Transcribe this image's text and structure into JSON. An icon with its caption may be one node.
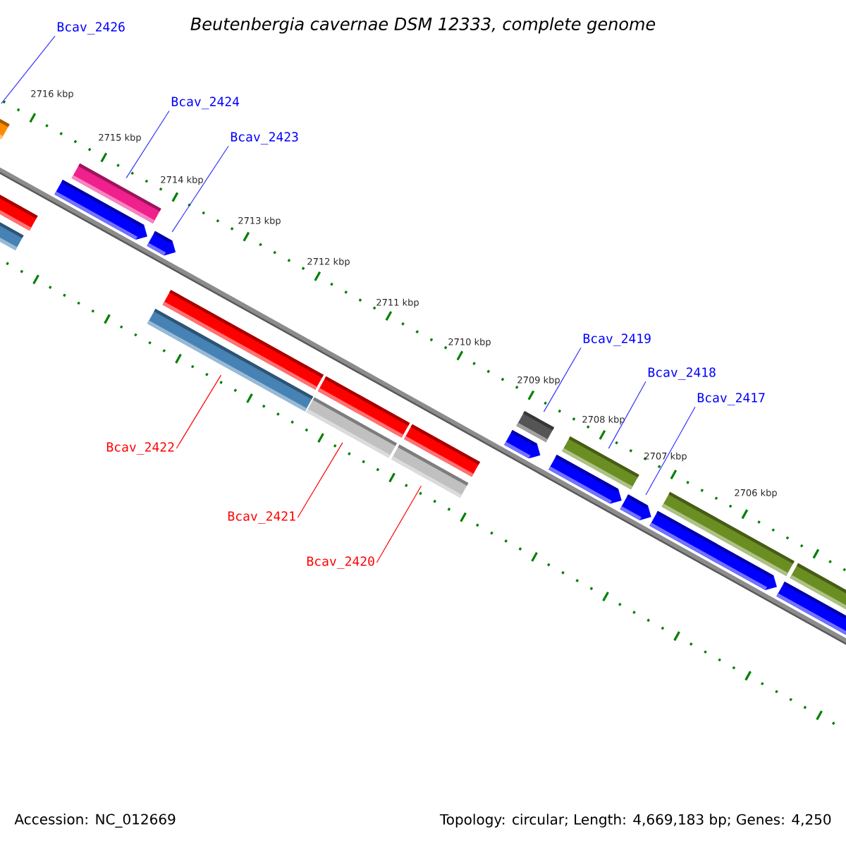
{
  "diagram": {
    "title": "Beutenbergia cavernae DSM 12333, complete genome",
    "nodes": [
      {
        "text": [
          "Bcav_2426"
        ]
      },
      {
        "text": [
          "Bcav_2424"
        ]
      },
      {
        "text": [
          "Bcav_2423"
        ]
      },
      {
        "text": [
          "Bcav_2419"
        ]
      },
      {
        "text": [
          "Bcav_2418"
        ]
      },
      {
        "text": [
          "Bcav_2417"
        ]
      },
      {
        "text": [
          "Bcav_2422"
        ]
      },
      {
        "text": [
          "Bcav_2421"
        ]
      },
      {
        "text": [
          "Bcav_2420"
        ]
      },
      {
        "text": [],
        "shape": "bar"
      },
      {
        "text": [],
        "shape": "bar"
      },
      {
        "text": [],
        "shape": "bar"
      },
      {
        "text": [],
        "shape": "arrow"
      },
      {
        "text": [],
        "shape": "bar"
      },
      {
        "text": [],
        "shape": "arrow"
      },
      {
        "text": [],
        "shape": "bar"
      },
      {
        "text": [],
        "shape": "bar"
      },
      {
        "text": [],
        "shape": "bar"
      },
      {
        "text": [],
        "shape": "bar"
      },
      {
        "text": [],
        "shape": "bar"
      },
      {
        "text": [],
        "shape": "bar"
      },
      {
        "text": [],
        "shape": "arrow"
      },
      {
        "text": [],
        "shape": "bar"
      },
      {
        "text": [],
        "shape": "arrow"
      },
      {
        "text": [],
        "shape": "bar"
      },
      {
        "text": [],
        "shape": "arrow"
      },
      {
        "text": [],
        "shape": "arrow"
      },
      {
        "text": [],
        "shape": "bar"
      },
      {
        "text": [],
        "shape": "arrow"
      },
      {
        "text": [],
        "shape": "bar"
      }
    ],
    "edges": [
      {
        "from": 0,
        "to": 9,
        "arrow": "none"
      },
      {
        "from": 1,
        "to": 13,
        "arrow": "none"
      },
      {
        "from": 2,
        "to": 14,
        "arrow": "none"
      },
      {
        "from": 3,
        "to": 22,
        "arrow": "none"
      },
      {
        "from": 4,
        "to": 24,
        "arrow": "none"
      },
      {
        "from": 5,
        "to": 25,
        "arrow": "none"
      },
      {
        "from": 6,
        "to": 15,
        "arrow": "none",
        "color": "#ff0000"
      },
      {
        "from": 7,
        "to": 18,
        "arrow": "none",
        "color": "#ff0000"
      },
      {
        "from": 8,
        "to": 19,
        "arrow": "none",
        "color": "#ff0000"
      }
    ],
    "labels": [
      "2716 kbp",
      "2715 kbp",
      "2714 kbp",
      "2713 kbp",
      "2712 kbp",
      "2711 kbp",
      "2710 kbp",
      "2709 kbp",
      "2708 kbp",
      "2707 kbp",
      "2706 kbp",
      "Accession: NC_012669",
      "Topology: circular; Length: 4,669,183 bp; Genes: 4,250"
    ]
  }
}
